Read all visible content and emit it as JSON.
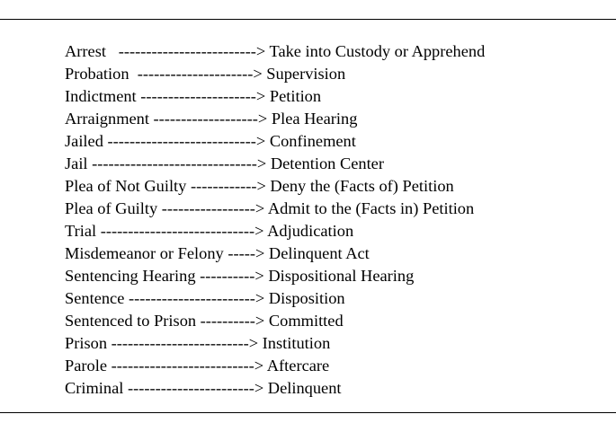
{
  "terms": [
    "Arrest   -------------------------> Take into Custody or Apprehend",
    "Probation  ---------------------> Supervision",
    "Indictment ---------------------> Petition",
    "Arraignment -------------------> Plea Hearing",
    "Jailed ---------------------------> Confinement",
    "Jail ------------------------------> Detention Center",
    "Plea of Not Guilty ------------> Deny the (Facts of) Petition",
    "Plea of Guilty -----------------> Admit to the (Facts in) Petition",
    "Trial ----------------------------> Adjudication",
    "Misdemeanor or Felony -----> Delinquent Act",
    "Sentencing Hearing ----------> Dispositional Hearing",
    "Sentence -----------------------> Disposition",
    "Sentenced to Prison ----------> Committed",
    "Prison -------------------------> Institution",
    "Parole --------------------------> Aftercare",
    "Criminal -----------------------> Delinquent"
  ]
}
